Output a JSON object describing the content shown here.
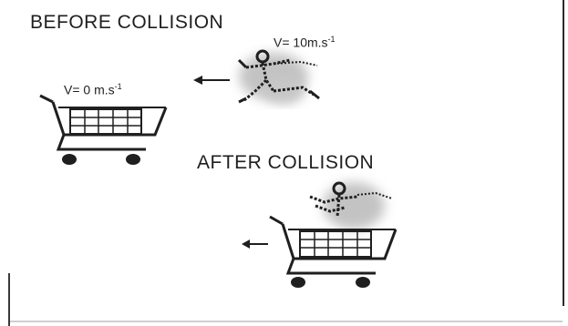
{
  "before_section": {
    "title": "BEFORE COLLISION",
    "person_velocity_prefix": "V= 10m.s",
    "person_velocity_exp": "-1",
    "cart_velocity_prefix": "V= 0 m.s",
    "cart_velocity_exp": "-1"
  },
  "after_section": {
    "title": "AFTER COLLISION"
  },
  "icons": [
    "running-person-icon",
    "shopping-cart-icon",
    "arrow-left-icon",
    "person-in-cart-icon"
  ],
  "colors": {
    "ink": "#1f1f1f",
    "shadow": "#bdbdbd"
  }
}
